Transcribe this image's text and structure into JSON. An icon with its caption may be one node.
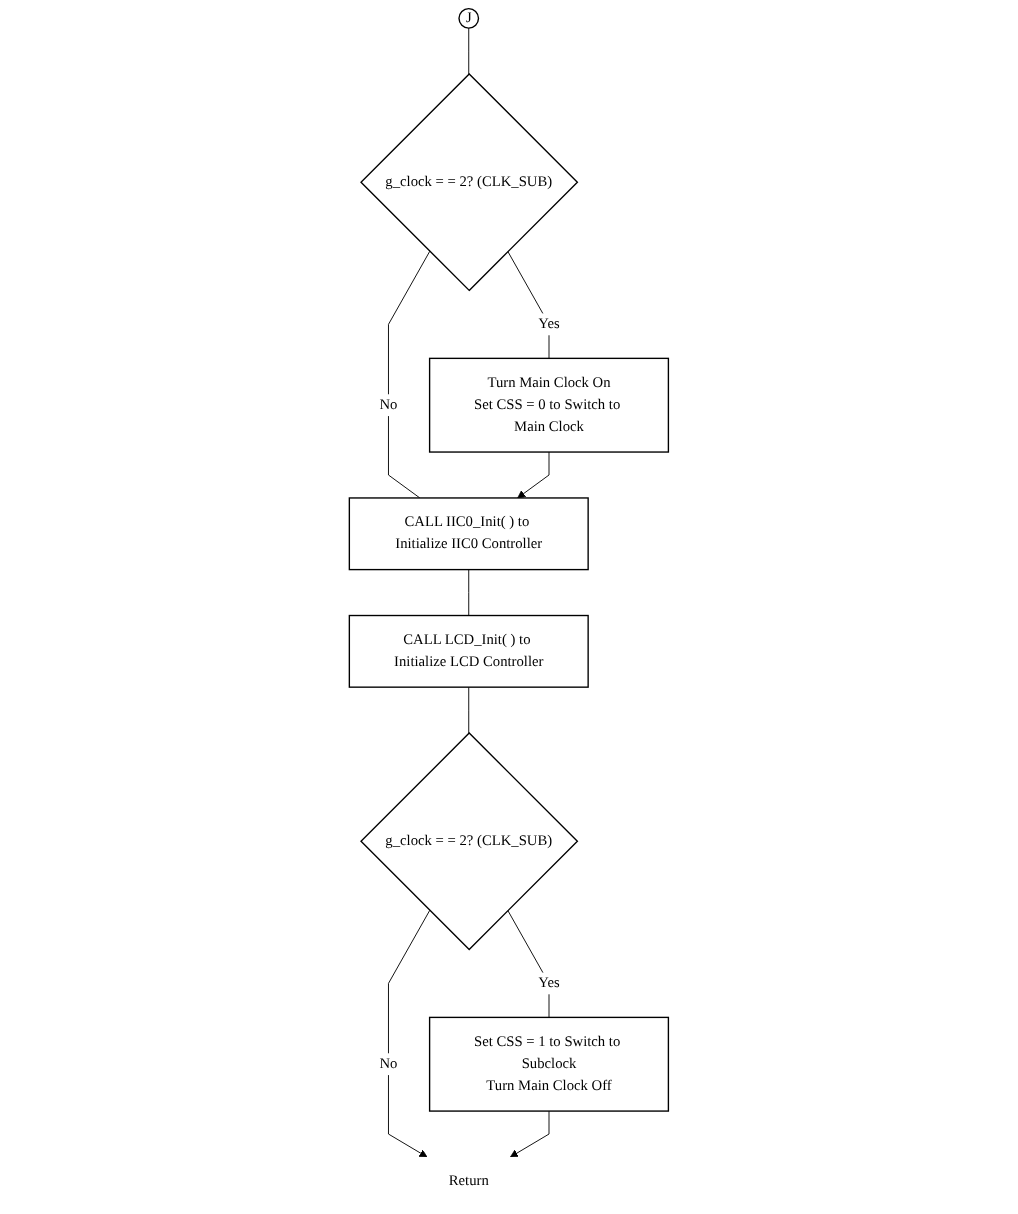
{
  "diagram": {
    "nodes": [
      {
        "text": [
          "J"
        ]
      },
      {
        "text": [
          "g_clock = = 2? (CLK_SUB)"
        ]
      },
      {
        "text": [
          "Turn Main Clock On",
          "Set CSS = 0 to Switch to Main Clock"
        ]
      },
      {
        "text": [
          "CALL IIC0_Init( ) to Initialize IIC0 Controller"
        ]
      },
      {
        "text": [
          "CALL LCD_Init( ) to Initialize LCD Controller"
        ]
      },
      {
        "text": [
          "g_clock = = 2? (CLK_SUB)"
        ]
      },
      {
        "text": [
          "Set CSS = 1 to Switch to Subclock",
          "Turn Main Clock Off"
        ]
      },
      {
        "text": [
          "Return"
        ]
      }
    ],
    "edges": [
      {
        "from": 0,
        "to": 1,
        "arrow": "none"
      },
      {
        "from": 1,
        "to": 2,
        "label": "Yes",
        "arrow": "none"
      },
      {
        "from": 1,
        "to": 3,
        "label": "No",
        "arrow": "none"
      },
      {
        "from": 2,
        "to": 3,
        "arrow": "to"
      },
      {
        "from": 3,
        "to": 4,
        "arrow": "none"
      },
      {
        "from": 4,
        "to": 5,
        "arrow": "none"
      },
      {
        "from": 5,
        "to": 6,
        "label": "Yes",
        "arrow": "none"
      },
      {
        "from": 5,
        "to": 7,
        "label": "No",
        "arrow": "to"
      },
      {
        "from": 6,
        "to": 7,
        "arrow": "to"
      }
    ]
  }
}
